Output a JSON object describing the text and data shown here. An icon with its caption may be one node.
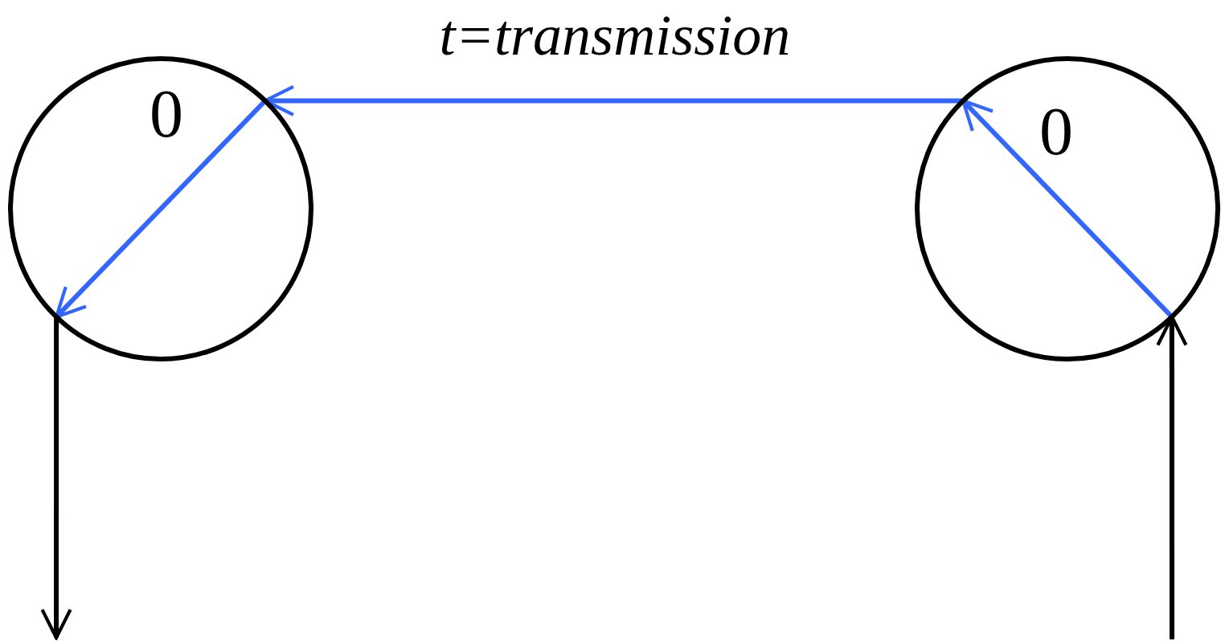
{
  "diagram": {
    "nodes": [
      {
        "text": [
          "0"
        ]
      },
      {
        "text": [
          "0"
        ]
      }
    ],
    "edges": [
      {
        "from": null,
        "to": 1,
        "arrow": "to",
        "color": "#000000"
      },
      {
        "from": 1,
        "to": 1,
        "arrow": "to"
      },
      {
        "from": 1,
        "to": 0,
        "arrow": "to",
        "label": "t=transmission"
      },
      {
        "from": 0,
        "to": 0,
        "arrow": "to"
      },
      {
        "from": 0,
        "to": null,
        "arrow": "to",
        "color": "#000000"
      }
    ]
  }
}
